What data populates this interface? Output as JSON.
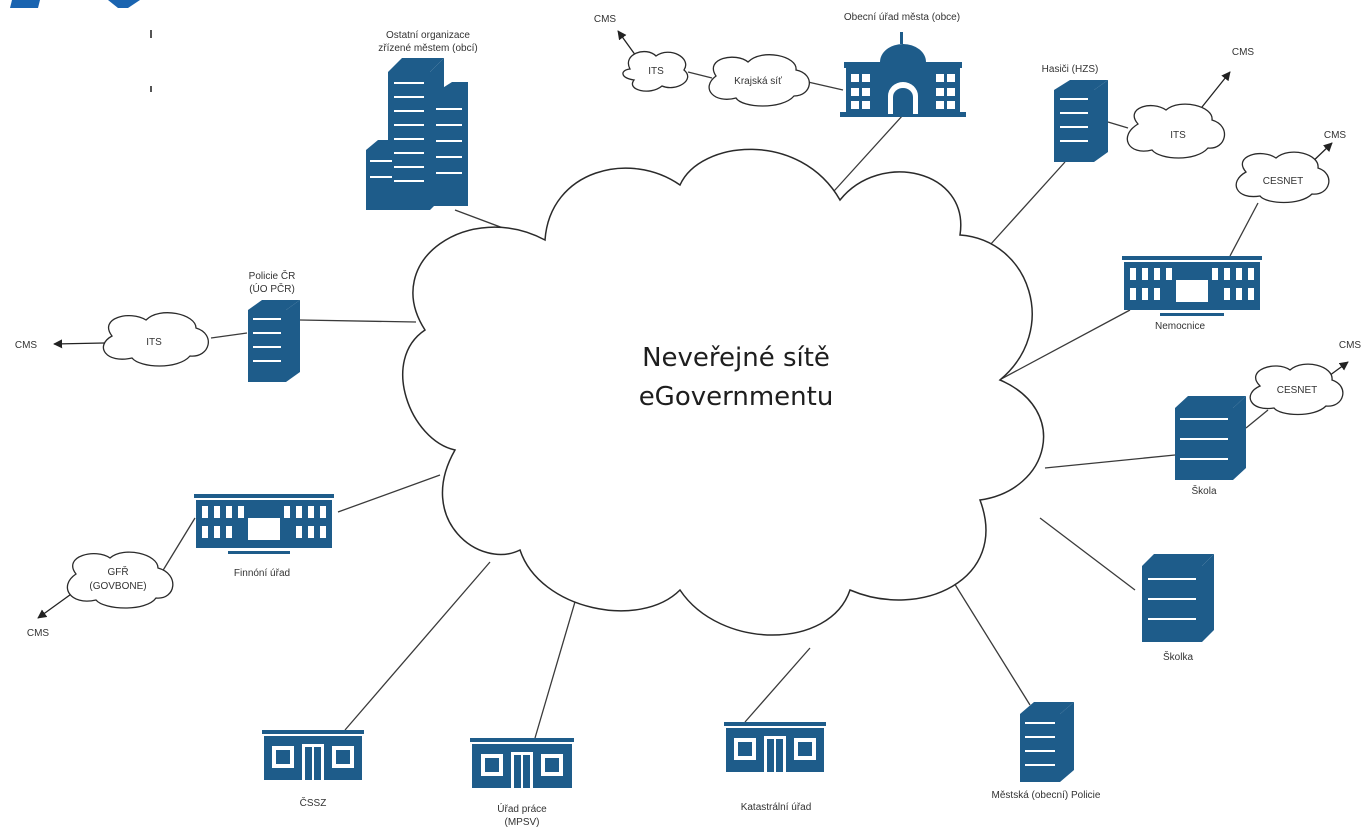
{
  "colors": {
    "node": "#1e5c8a",
    "line": "#3a3a3a",
    "cloud_stroke": "#2a2a2a",
    "background": "#ffffff"
  },
  "center_title": [
    "Neveřejné sítě",
    "eGovernmentu"
  ],
  "labels": {
    "ostatni": [
      "Ostatní organizace",
      "zřízené městem (obcí)"
    ],
    "obecni": "Obecní úřad města (obce)",
    "hasici": "Hasiči (HZS)",
    "policie": [
      "Policie ČR",
      "(ÚO PČR)"
    ],
    "nemocnice": "Nemocnice",
    "skola": "Škola",
    "skolka": "Školka",
    "financni": "Finnóní úřad",
    "cssz": "ČSSZ",
    "urad_prace": [
      "Úřad práce",
      "(MPSV)"
    ],
    "katastr": "Katastrální úřad",
    "mestska_policie": "Městská (obecní) Policie"
  },
  "clouds": {
    "its_top": "ITS",
    "krajska": "Krajská síť",
    "its_hasici": "ITS",
    "cesnet_nem": "CESNET",
    "cesnet_skola": "CESNET",
    "its_policie": "ITS",
    "gfr": [
      "GFŘ",
      "(GOVBONE)"
    ]
  },
  "cms": {
    "top": "CMS",
    "hasici": "CMS",
    "nemocnice": "CMS",
    "skola": "CMS",
    "policie": "CMS",
    "gfr": "CMS"
  },
  "icons": [
    "office-building-icon",
    "town-hall-icon",
    "institution-building-icon",
    "small-office-icon"
  ]
}
